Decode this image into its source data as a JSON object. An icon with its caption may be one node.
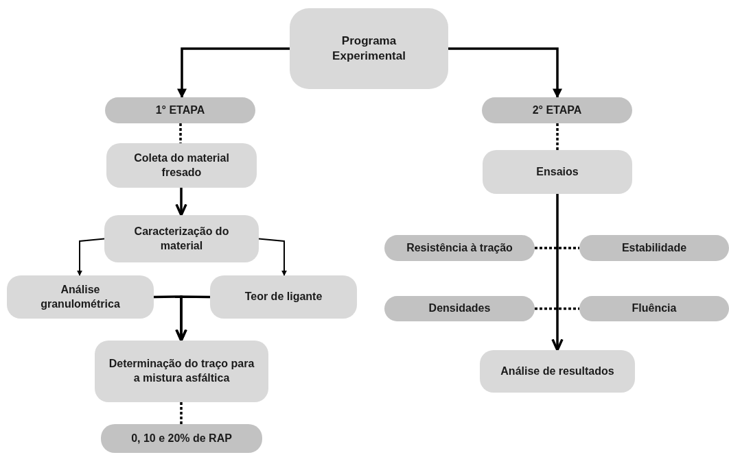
{
  "diagram": {
    "nodes": [
      {
        "text": [
          "Programa Experimental"
        ]
      },
      {
        "text": [
          "1° ETAPA"
        ]
      },
      {
        "text": [
          "2° ETAPA"
        ]
      },
      {
        "text": [
          "Coleta do material fresado"
        ]
      },
      {
        "text": [
          "Ensaios"
        ]
      },
      {
        "text": [
          "Caracterização do material"
        ]
      },
      {
        "text": [
          "Análise granulométrica"
        ]
      },
      {
        "text": [
          "Teor de ligante"
        ]
      },
      {
        "text": [
          "Resistência à tração"
        ]
      },
      {
        "text": [
          "Estabilidade"
        ]
      },
      {
        "text": [
          "Densidades"
        ]
      },
      {
        "text": [
          "Fluência"
        ]
      },
      {
        "text": [
          "Determinação do traço para a mistura asfáltica"
        ]
      },
      {
        "text": [
          "0, 10 e 20% de RAP"
        ]
      },
      {
        "text": [
          "Análise de resultados"
        ]
      }
    ],
    "edges": [
      {
        "from": 0,
        "to": 1,
        "arrow": "to"
      },
      {
        "from": 0,
        "to": 2,
        "arrow": "to"
      },
      {
        "from": 1,
        "to": 3,
        "arrow": "none",
        "style": "dashed"
      },
      {
        "from": 2,
        "to": 4,
        "arrow": "none",
        "style": "dashed"
      },
      {
        "from": 3,
        "to": 5,
        "arrow": "to"
      },
      {
        "from": 5,
        "to": 6,
        "arrow": "to"
      },
      {
        "from": 5,
        "to": 7,
        "arrow": "to"
      },
      {
        "from": 6,
        "to": 12,
        "arrow": "to"
      },
      {
        "from": 7,
        "to": 12,
        "arrow": "to"
      },
      {
        "from": 12,
        "to": 13,
        "arrow": "none",
        "style": "dashed"
      },
      {
        "from": 4,
        "to": 14,
        "arrow": "to"
      },
      {
        "from": 8,
        "to": 9,
        "arrow": "none",
        "style": "dashed"
      },
      {
        "from": 10,
        "to": 11,
        "arrow": "none",
        "style": "dashed"
      }
    ]
  }
}
